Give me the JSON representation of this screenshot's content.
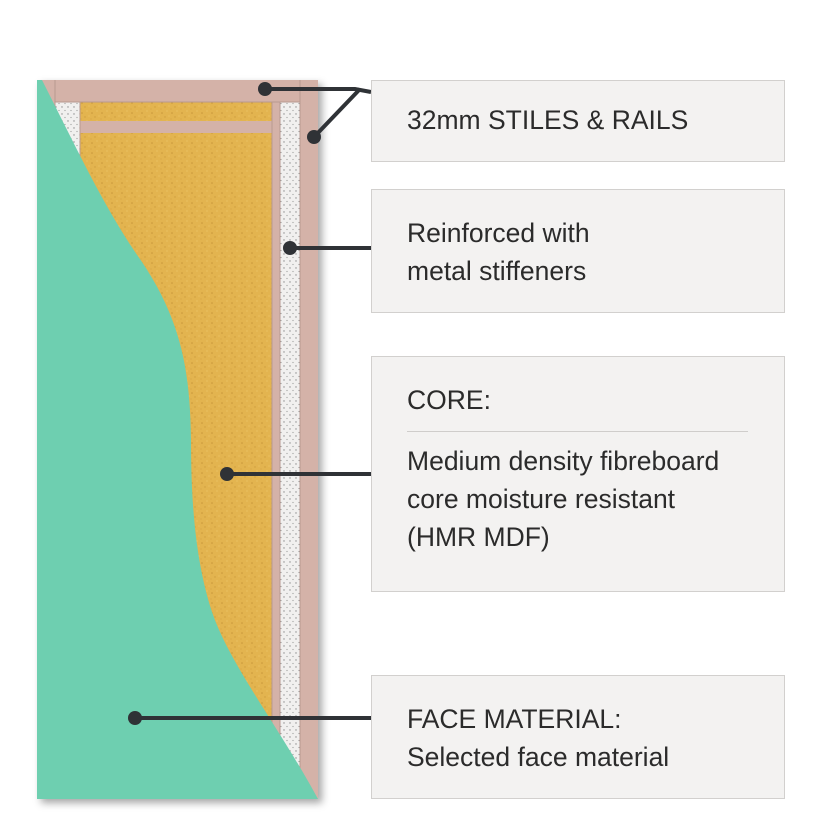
{
  "labels": {
    "stiles_rails": {
      "line1": "32mm STILES & RAILS"
    },
    "metal_stiffeners": {
      "line1": "Reinforced with",
      "line2": "metal stiffeners"
    },
    "core": {
      "heading": "CORE:",
      "line1": "Medium density fibreboard",
      "line2": "core moisture resistant",
      "line3": "(HMR MDF)"
    },
    "face_material": {
      "line1": "FACE MATERIAL:",
      "line2": "Selected face material"
    }
  },
  "colors": {
    "stile_rail": "#d4b2a8",
    "stiffener": "#f1f0ef",
    "core": "#e3b44f",
    "face": "#6ecfb0",
    "leader": "#2f3236",
    "box_bg": "#f3f2f1"
  }
}
